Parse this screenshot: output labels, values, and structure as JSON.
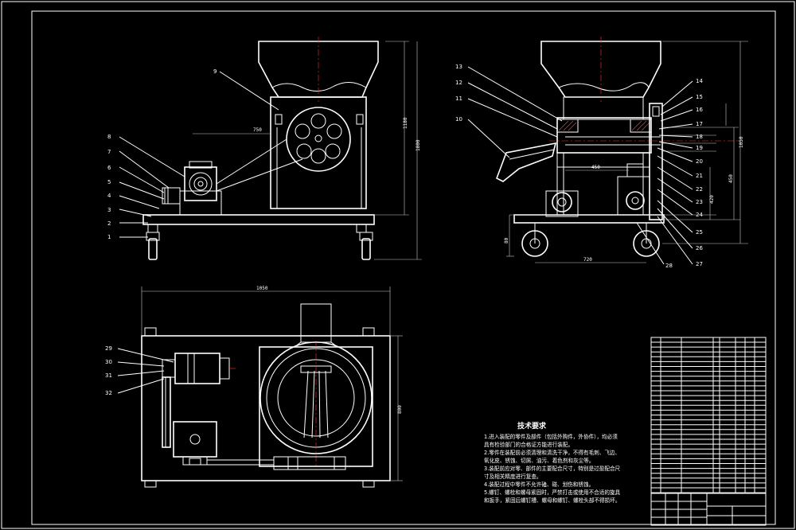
{
  "views": {
    "front": {
      "part_numbers": [
        "1",
        "2",
        "3",
        "4",
        "5",
        "6",
        "7",
        "8",
        "9"
      ],
      "dims": {
        "horizontal": "750",
        "vertical_inner": "1180",
        "vertical_outer": "1800"
      }
    },
    "side": {
      "left_numbers": [
        "13",
        "12",
        "11",
        "10"
      ],
      "right_numbers": [
        "14",
        "15",
        "16",
        "17",
        "18",
        "19",
        "20",
        "21",
        "22",
        "23",
        "24",
        "25",
        "26",
        "27",
        "28"
      ],
      "dims": {
        "horizontal_upper": "450",
        "horizontal_lower": "720",
        "vertical_a": "1050",
        "vertical_b": "450",
        "vertical_c": "420",
        "vertical_small": "80"
      }
    },
    "top": {
      "part_numbers": [
        "29",
        "30",
        "31",
        "32"
      ],
      "dims": {
        "horizontal": "1050",
        "vertical": "800"
      }
    }
  },
  "technical_requirements": {
    "title": "技术要求",
    "lines": [
      "1.进入装配的零件及部件（包括外购件，外协件），均必须",
      "具有检验部门的合格证方能进行装配。",
      "2.零件在装配前必须清理和清洗干净，不得有毛刺、飞边、",
      "氧化皮、锈蚀、切屑、油污、着色剂和灰尘等。",
      "3.装配前应对零、部件的主要配合尺寸，特别是过盈配合尺",
      "寸及相关精度进行复查。",
      "4.装配过程中零件不允许磕、碰、划伤和锈蚀。",
      "5.螺钉、螺栓和螺母紧固时，严禁打击或使用不合适的旋具",
      "和扳手，紧固后螺钉槽、螺母和螺钉、螺栓头部不得损坏。"
    ]
  }
}
